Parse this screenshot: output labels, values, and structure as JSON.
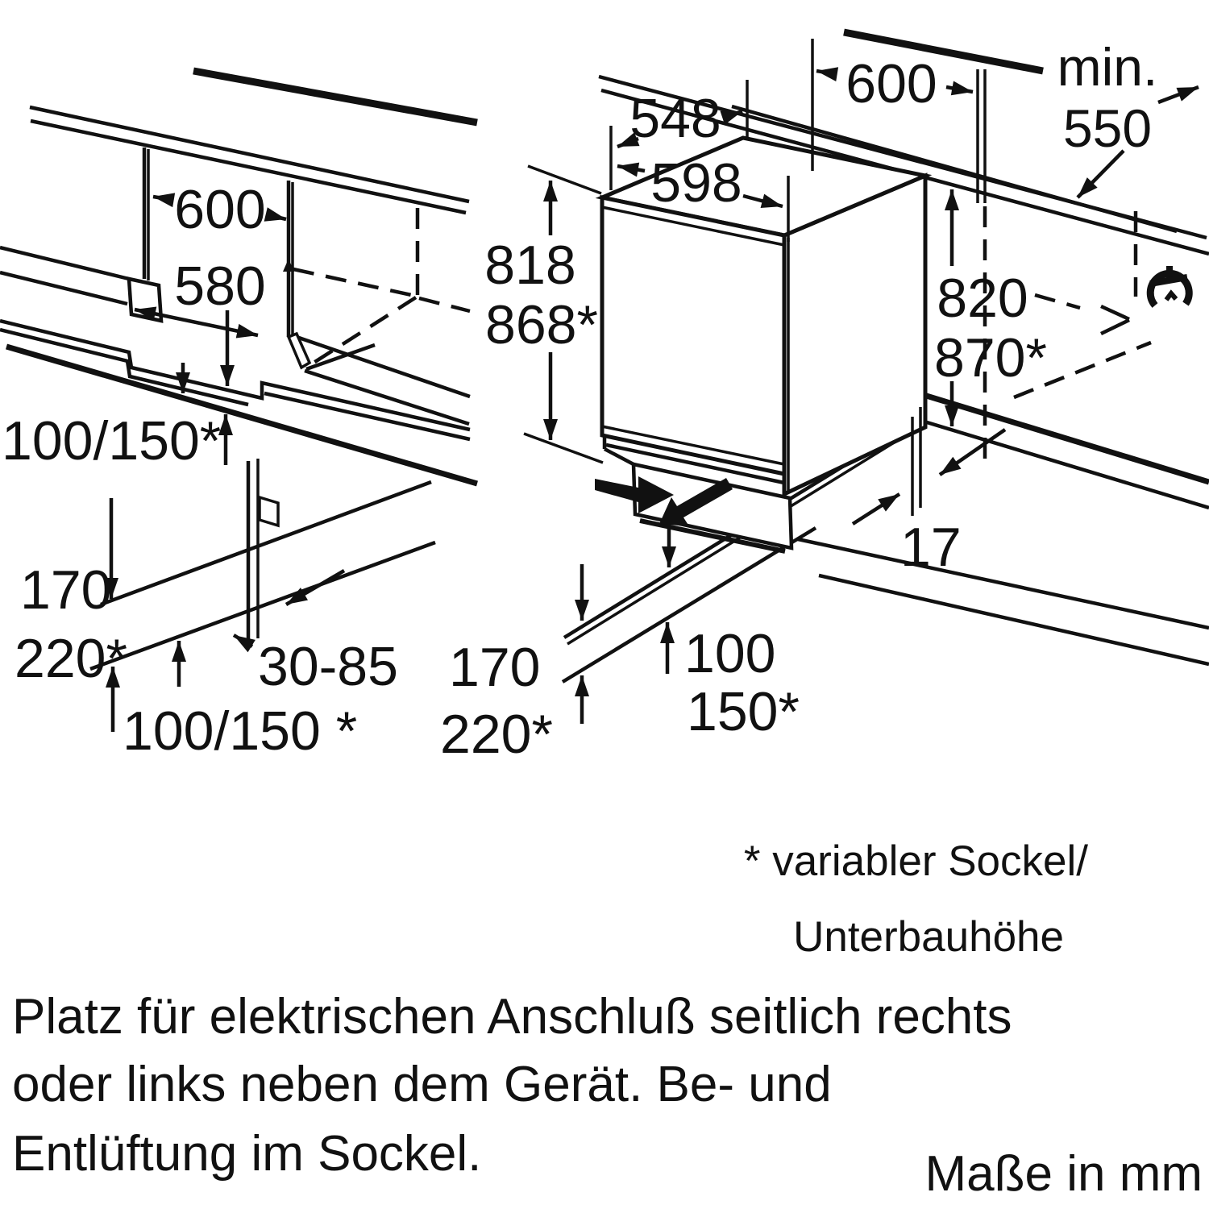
{
  "left": {
    "niche_width": "600",
    "niche_depth": "580",
    "plinth_front_height": "100/150*",
    "floor_height_a": "170",
    "floor_height_b": "220*",
    "side_panel_range": "30-85",
    "plinth_height_note": "100/150 *"
  },
  "right": {
    "body_depth": "548",
    "door_width": "598",
    "niche_width": "600",
    "min_label": "min.",
    "min_depth": "550",
    "niche_height_a": "818",
    "niche_height_b": "868*",
    "wall_height_a": "820",
    "wall_height_b": "870*",
    "back_gap": "17",
    "floor_height_a": "170",
    "floor_height_b": "220*",
    "plinth_height_a": "100",
    "plinth_height_b": "150*"
  },
  "footnote": {
    "line1": "* variabler Sockel/",
    "line2": "Unterbauhöhe"
  },
  "note": {
    "line1": "Platz für elektrischen Anschluß seitlich rechts",
    "line2": "oder links neben dem Gerät. Be- und",
    "line3": "Entlüftung im Sockel."
  },
  "units": {
    "label": "Maße in mm"
  },
  "colors": {
    "ink": "#111111",
    "background": "#ffffff"
  }
}
